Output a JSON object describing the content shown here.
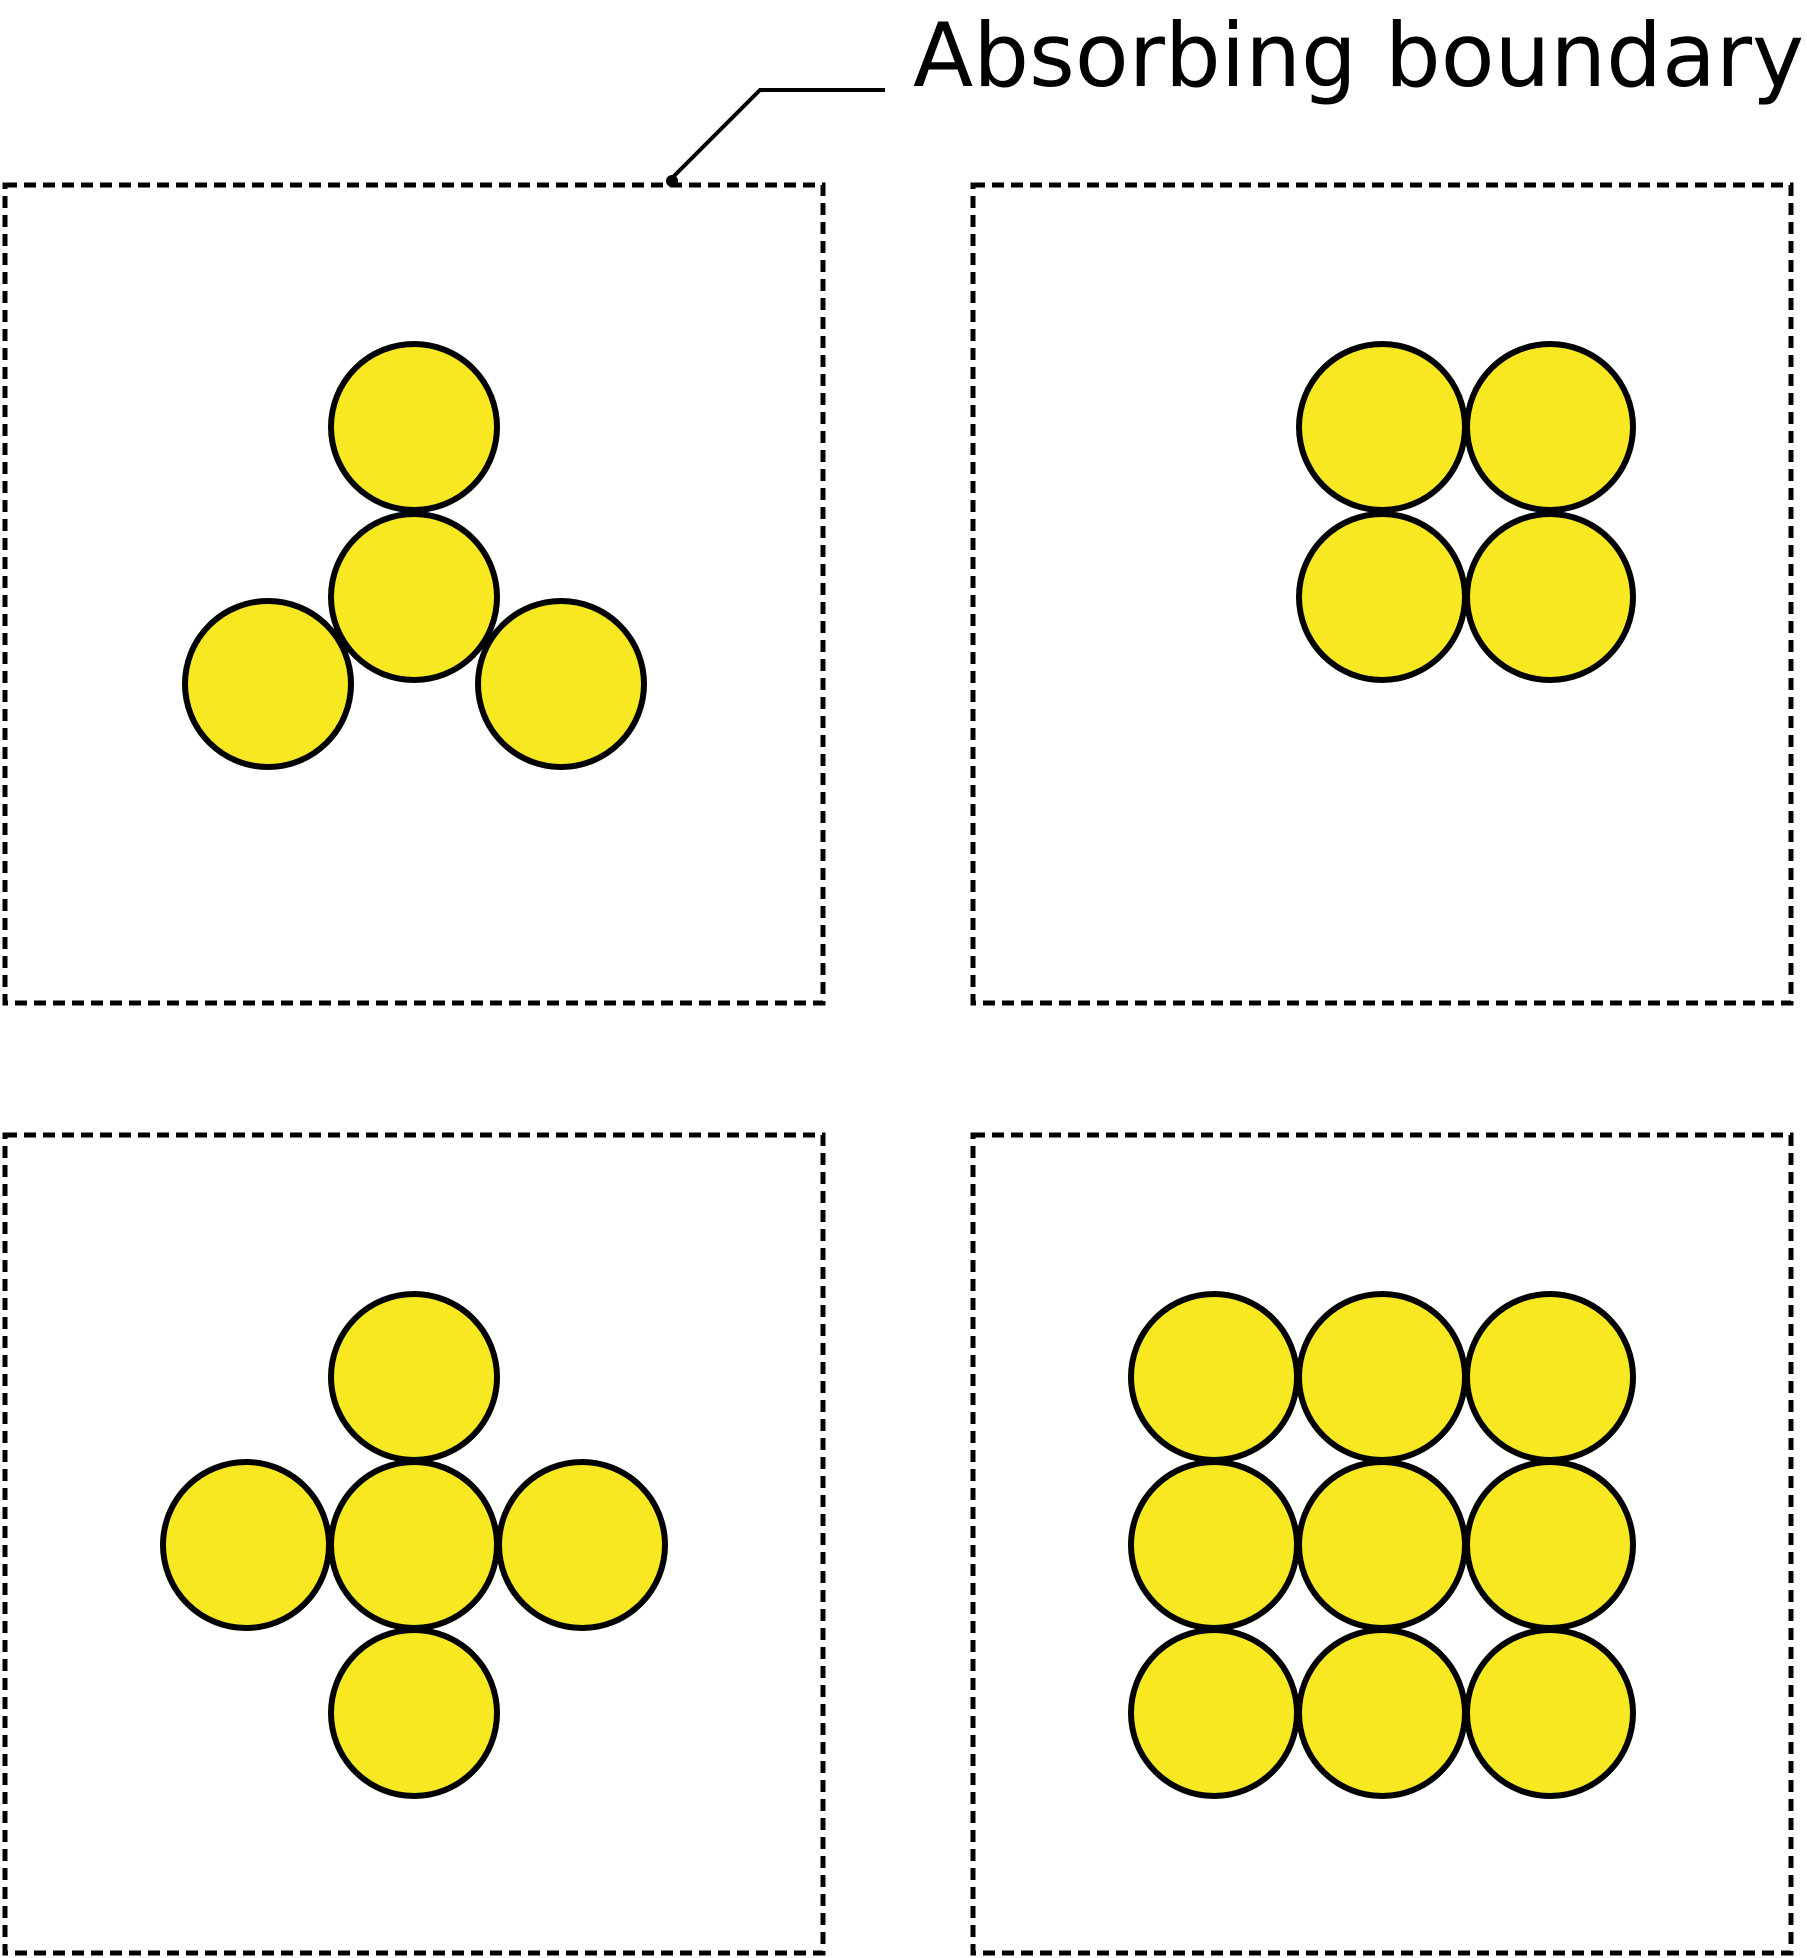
{
  "callout": {
    "label": "Absorbing boundary"
  },
  "colors": {
    "particle_fill": "#F7E821",
    "particle_stroke": "#000000",
    "boundary_stroke": "#000000",
    "background": "#ffffff"
  },
  "panels": [
    {
      "name": "trimer-panel",
      "arrangement": "trimer",
      "particle_count": 4
    },
    {
      "name": "square-panel",
      "arrangement": "2x2 square",
      "particle_count": 4
    },
    {
      "name": "cross-panel",
      "arrangement": "cross",
      "particle_count": 5
    },
    {
      "name": "grid-panel",
      "arrangement": "3x3 grid",
      "particle_count": 9
    }
  ]
}
